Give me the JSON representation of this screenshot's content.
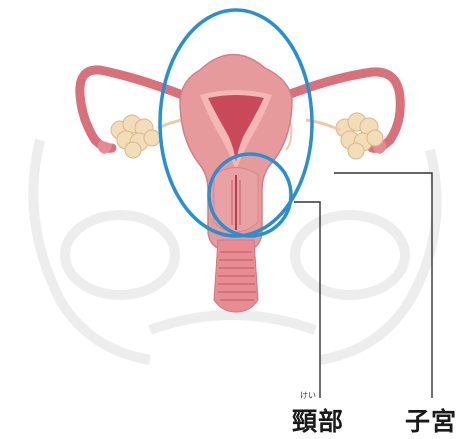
{
  "labels": {
    "cervix": "頸部",
    "cervix_ruby": "けい",
    "uterus": "子宮"
  },
  "colors": {
    "highlight_circle": "#2a8fd0",
    "uterus_outer": "#e79a9c",
    "uterus_inner": "#c9485a",
    "ovary": "#f3dcb8",
    "leader_line": "#333333",
    "background_faded": "#ebebeb"
  }
}
